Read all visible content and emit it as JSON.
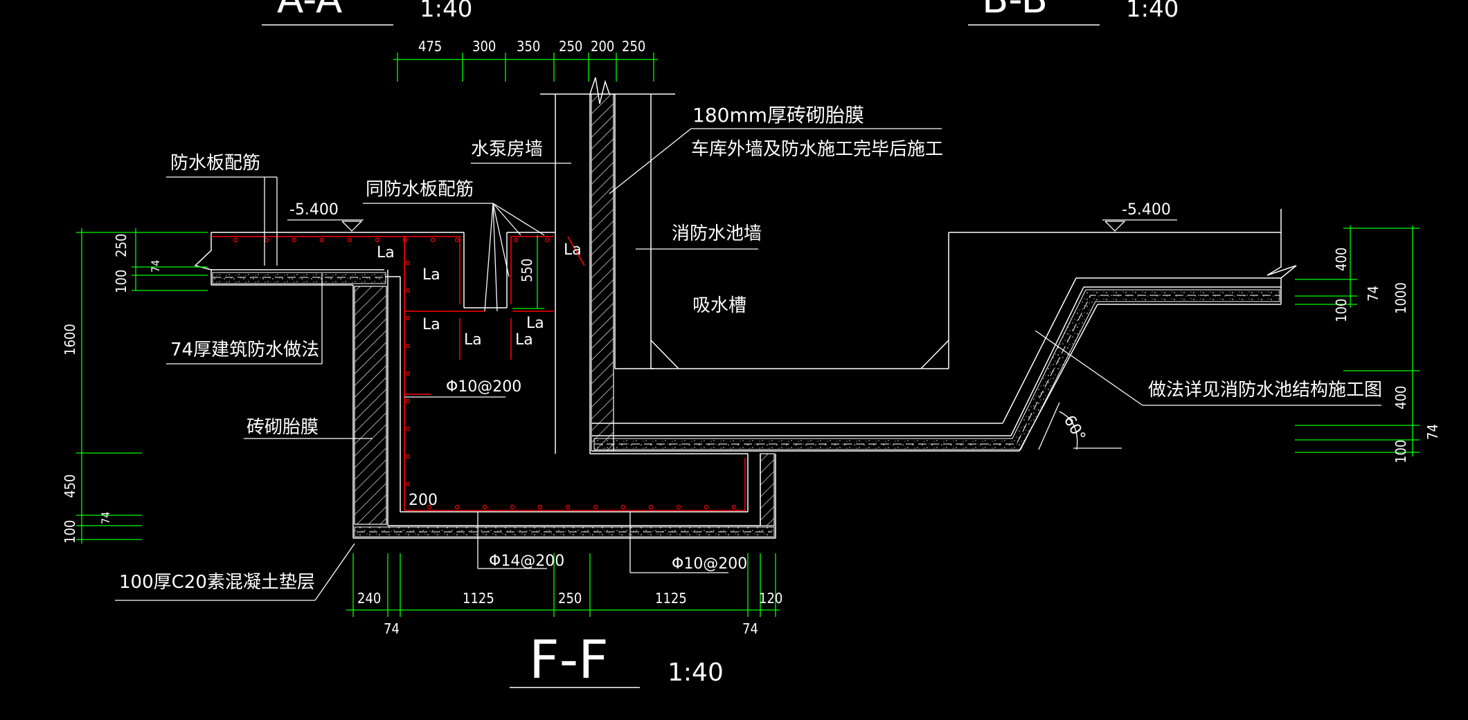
{
  "colors": {
    "background": "#000000",
    "linework": "#ffffff",
    "dimension": "#00ff00",
    "rebar": "#ff0000",
    "hatch": "#ffffff"
  },
  "header_sections": [
    {
      "name": "A-A",
      "scale": "1:40"
    },
    {
      "name": "B-B",
      "scale": "1:40"
    }
  ],
  "section_title": {
    "name": "F-F",
    "scale": "1:40"
  },
  "labels": {
    "membrane_180": "180mm厚砖砌胎膜",
    "garage_wall_note": "车库外墙及防水施工完毕后施工",
    "pump_room_wall": "水泵房墙",
    "waterproof_slab_rebar": "防水板配筋",
    "same_waterproof_rebar": "同防水板配筋",
    "fire_pool_wall": "消防水池墙",
    "suction_tank": "吸水槽",
    "waterproof_74": "74厚建筑防水做法",
    "brick_membrane": "砖砌胎膜",
    "c20_cushion": "100厚C20素混凝土垫层",
    "structure_note": "做法详见消防水池结构施工图",
    "rebar_10": "Φ10@200",
    "rebar_14": "Φ14@200",
    "rebar_10b": "Φ10@200",
    "elev_left": "-5.400",
    "elev_right": "-5.400",
    "angle": "60°",
    "la": "La",
    "dim_200": "200"
  },
  "top_dims": [
    "475",
    "300",
    "350",
    "250",
    "200",
    "250"
  ],
  "bottom_dims": [
    "240",
    "1125",
    "250",
    "1125",
    "120"
  ],
  "bottom_dims_sub": [
    "74",
    "74"
  ],
  "left_dims": [
    "250",
    "74",
    "100",
    "1600",
    "450",
    "74",
    "100"
  ],
  "right_dims_a": [
    "400",
    "74",
    "100"
  ],
  "right_dims_b": [
    "1000",
    "400",
    "74",
    "100"
  ],
  "inner_dim": "550"
}
